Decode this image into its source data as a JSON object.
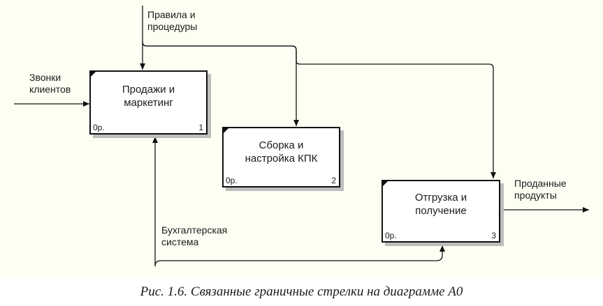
{
  "arrows": {
    "control_label": [
      "Правила и",
      "процедуры"
    ],
    "input_label": [
      "Звонки",
      "клиентов"
    ],
    "output_label": [
      "Проданные",
      "продукты"
    ],
    "mechanism_label": [
      "Бухгалтерская",
      "система"
    ]
  },
  "boxes": [
    {
      "title": [
        "Продажи и",
        "маркетинг"
      ],
      "cost": "0р.",
      "number": "1"
    },
    {
      "title": [
        "Сборка и",
        "настройка КПК"
      ],
      "cost": "0р.",
      "number": "2"
    },
    {
      "title": [
        "Отгрузка и",
        "получение"
      ],
      "cost": "0р.",
      "number": "3"
    }
  ],
  "caption": "Рис. 1.6. Связанные граничные стрелки на диаграмме А0",
  "colors": {
    "line": "#111111",
    "shadow": "#bdbdbd",
    "background": "#fffef3"
  }
}
